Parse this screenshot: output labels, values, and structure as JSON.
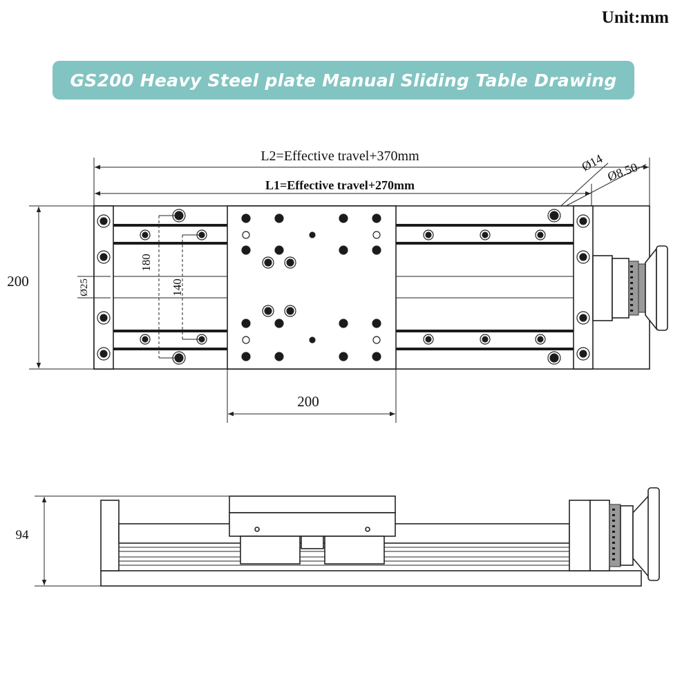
{
  "header": {
    "unit_label": "Unit:mm",
    "title": "GS200 Heavy Steel plate Manual Sliding Table Drawing"
  },
  "dimensions": {
    "l2": "L2=Effective travel+370mm",
    "l1": "L1=Effective travel+270mm",
    "dia_14": "Ø14",
    "dia_850": "Ø8.50",
    "width_200": "200",
    "carriage_width_200": "200",
    "spacing_180": "180",
    "spacing_140": "140",
    "dia_25": "Ø25",
    "height_94": "94"
  },
  "colors": {
    "banner": "#82c4c1",
    "banner_text": "#ffffff",
    "line": "#222222"
  }
}
